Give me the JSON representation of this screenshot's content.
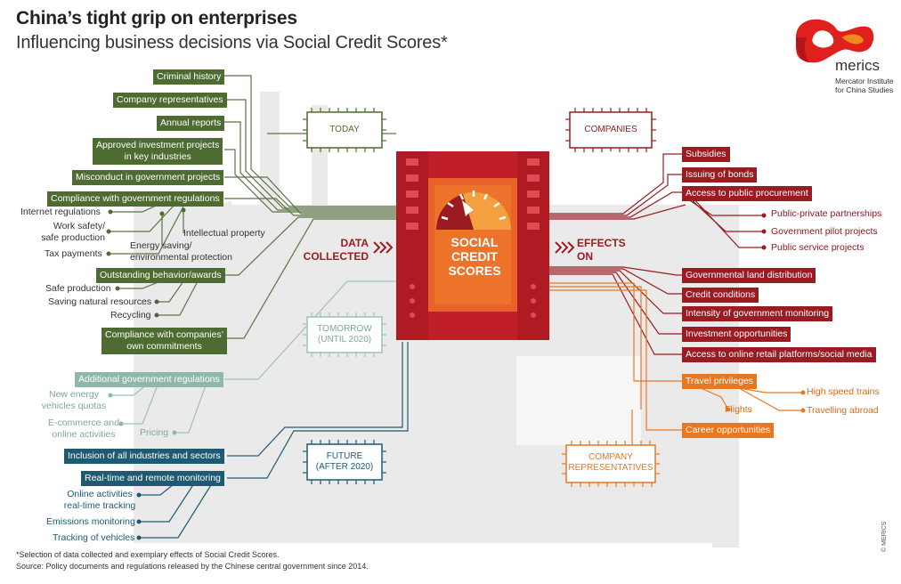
{
  "header": {
    "title": "China’s tight grip on enterprises",
    "subtitle": "Influencing business decisions via Social Credit Scores*"
  },
  "logo": {
    "name": "merics",
    "tagline_1": "Mercator Institute",
    "tagline_2": "for China Studies",
    "colors": [
      "#e0201c",
      "#f08a1c",
      "#b0161b"
    ]
  },
  "colors": {
    "today": "#4e6b31",
    "tomorrow": "#8fb8aa",
    "future": "#1f5a73",
    "companies": "#9a1b22",
    "representatives": "#e87722",
    "center": "#c8202a"
  },
  "center": {
    "line1": "SOCIAL",
    "line2": "CREDIT",
    "line3": "SCORES",
    "left_label_1": "DATA",
    "left_label_2": "COLLECTED",
    "right_label_1": "EFFECTS",
    "right_label_2": "ON"
  },
  "chips": {
    "today": "TODAY",
    "tomorrow_1": "TOMORROW",
    "tomorrow_2": "(UNTIL 2020)",
    "future_1": "FUTURE",
    "future_2": "(AFTER 2020)",
    "companies": "COMPANIES",
    "reps_1": "COMPANY",
    "reps_2": "REPRESENTATIVES"
  },
  "today": {
    "criminal_history": "Criminal history",
    "company_representatives": "Company representatives",
    "annual_reports": "Annual reports",
    "approved_projects_1": "Approved investment projects",
    "approved_projects_2": "in key industries",
    "misconduct": "Misconduct in government projects",
    "compliance": "Compliance with government regulations",
    "internet_regulations": "Internet regulations",
    "work_safety_1": "Work safety/",
    "work_safety_2": "safe production",
    "tax_payments": "Tax payments",
    "intellectual_property": "Intellectual property",
    "energy_saving_1": "Energy saving/",
    "energy_saving_2": "environmental protection",
    "outstanding": "Outstanding behavior/awards",
    "safe_production": "Safe production",
    "saving_resources": "Saving natural resources",
    "recycling": "Recycling",
    "commitments_1": "Compliance with companies’",
    "commitments_2": "own commitments"
  },
  "tomorrow": {
    "additional_regulations": "Additional government regulations",
    "nev_1": "New energy",
    "nev_2": "vehicles quotas",
    "ecommerce_1": "E-commerce and",
    "ecommerce_2": "online activities",
    "pricing": "Pricing"
  },
  "future": {
    "inclusion": "Inclusion of all industries and sectors",
    "realtime": "Real-time and remote monitoring",
    "online_1": "Online activities",
    "online_2": "real-time tracking",
    "emissions": "Emissions monitoring",
    "vehicles": "Tracking of vehicles"
  },
  "companies": {
    "subsidies": "Subsidies",
    "bonds": "Issuing of bonds",
    "procurement": "Access to public procurement",
    "ppp": "Public-private partnerships",
    "pilot": "Government pilot projects",
    "public_service": "Public service projects",
    "land": "Governmental land distribution",
    "credit": "Credit conditions",
    "monitoring": "Intensity of government monitoring",
    "investment": "Investment opportunities",
    "retail": "Access to online retail platforms/social media"
  },
  "representatives": {
    "travel": "Travel privileges",
    "hsr": "High speed trains",
    "flights": "Flights",
    "abroad": "Travelling abroad",
    "career": "Career opportunities"
  },
  "footer": {
    "note": "*Selection of data collected and exemplary effects of Social Credit Scores.",
    "source": "Source: Policy documents and regulations released by the Chinese central government since 2014.",
    "copyright": "© MERICS"
  }
}
